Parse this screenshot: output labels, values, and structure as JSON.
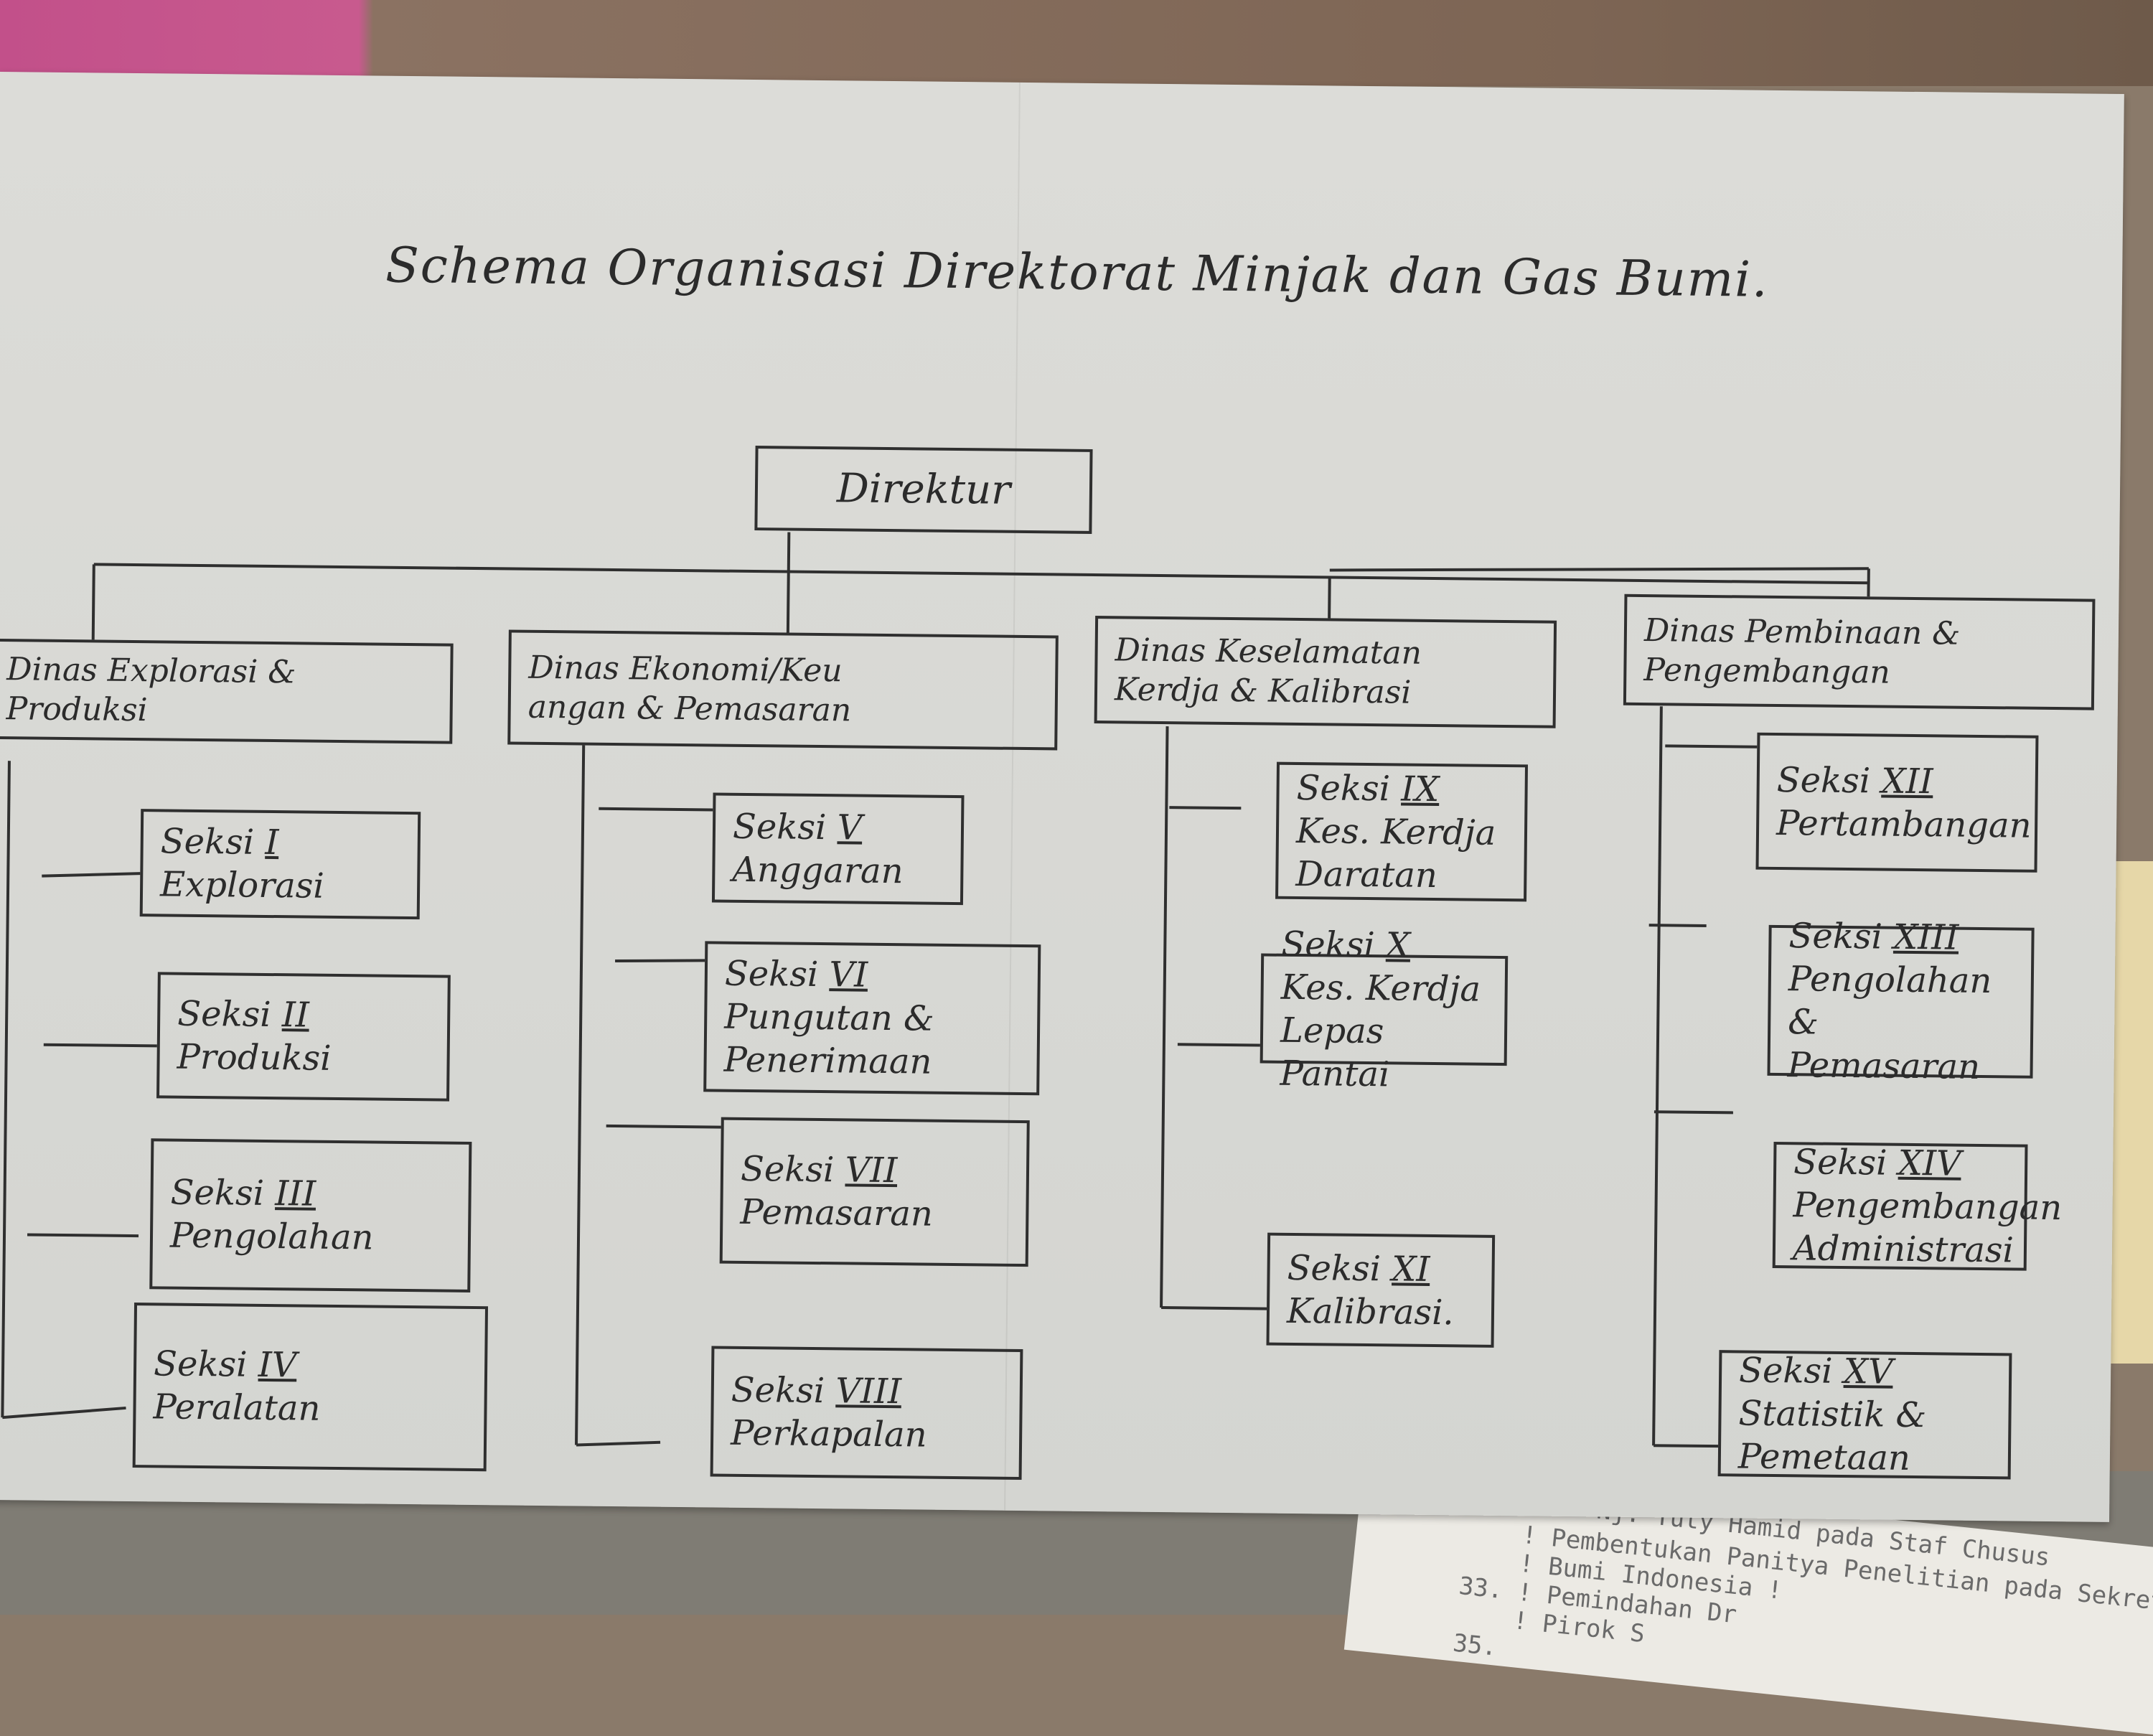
{
  "title": "Schema Organisasi Direktorat Minjak dan Gas Bumi.",
  "director": "Direktur",
  "departments": [
    {
      "name_lines": [
        "Dinas Explorasi &",
        "Produksi"
      ],
      "sections": [
        {
          "label": "Seksi",
          "numeral": "I",
          "name": "Explorasi"
        },
        {
          "label": "Seksi",
          "numeral": "II",
          "name": "Produksi"
        },
        {
          "label": "Seksi",
          "numeral": "III",
          "name": "Pengolahan"
        },
        {
          "label": "Seksi",
          "numeral": "IV",
          "name": "Peralatan"
        }
      ]
    },
    {
      "name_lines": [
        "Dinas Ekonomi/Keu",
        "angan & Pemasaran"
      ],
      "sections": [
        {
          "label": "Seksi",
          "numeral": "V",
          "name": "Anggaran"
        },
        {
          "label": "Seksi",
          "numeral": "VI",
          "name": "Pungutan & Penerimaan"
        },
        {
          "label": "Seksi",
          "numeral": "VII",
          "name": "Pemasaran"
        },
        {
          "label": "Seksi",
          "numeral": "VIII",
          "name": "Perkapalan"
        }
      ]
    },
    {
      "name_lines": [
        "Dinas Keselamatan",
        "Kerdja & Kalibrasi"
      ],
      "sections": [
        {
          "label": "Seksi",
          "numeral": "IX",
          "name": "Kes. Kerdja Daratan"
        },
        {
          "label": "Seksi",
          "numeral": "X",
          "name": "Kes. Kerdja Lepas Pantai"
        },
        {
          "label": "Seksi",
          "numeral": "XI",
          "name": "Kalibrasi."
        }
      ]
    },
    {
      "name_lines": [
        "Dinas Pembinaan &",
        "Pengembangan"
      ],
      "sections": [
        {
          "label": "Seksi",
          "numeral": "XII",
          "name": "Pertambangan"
        },
        {
          "label": "Seksi",
          "numeral": "XIII",
          "name": "Pengolahan & Pemasaran"
        },
        {
          "label": "Seksi",
          "numeral": "XIV",
          "name": "Pengembangan Administrasi"
        },
        {
          "label": "Seksi",
          "numeral": "XV",
          "name": "Statistik & Pemetaan"
        }
      ]
    }
  ],
  "background_document": {
    "lines": [
      "Nj. Tuty Hamid pada Staf Chusus",
      "! Pembentukan Panitya Penelitian pada Sekret",
      "! Bumi Indonesia !",
      "33. ! Pemindahan Dr",
      "! Pirok S",
      "35."
    ]
  },
  "colors": {
    "paper": "#dcdcd8",
    "ink": "#2b2b2b"
  }
}
